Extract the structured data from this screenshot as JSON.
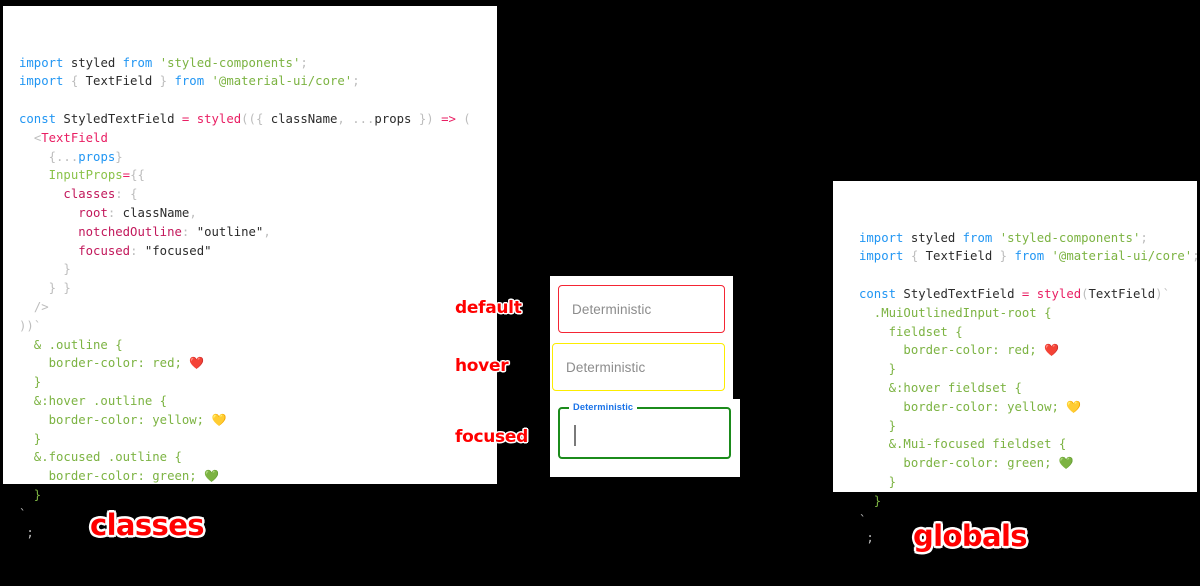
{
  "colors": {
    "background": "#000000",
    "panel": "#ffffff",
    "accent_red": "#ff0000",
    "field_default_border": "#f42534",
    "field_hover_border": "#fced00",
    "field_focused_border": "#1b8b1b",
    "focused_label": "#1a73e8",
    "syntax_keyword": "#2196f3",
    "syntax_string": "#7cb342",
    "syntax_property": "#c2185b",
    "syntax_attribute": "#8bc34a",
    "syntax_operator": "#e91e63",
    "syntax_punctuation": "#bdbdbd"
  },
  "panels": {
    "classes": {
      "caption": "classes",
      "code_lines": [
        [
          {
            "t": "import",
            "c": "kw"
          },
          {
            "t": " ",
            "c": "plain"
          },
          {
            "t": "styled",
            "c": "plain"
          },
          {
            "t": " ",
            "c": "plain"
          },
          {
            "t": "from",
            "c": "kw"
          },
          {
            "t": " ",
            "c": "plain"
          },
          {
            "t": "'styled-components'",
            "c": "str"
          },
          {
            "t": ";",
            "c": "punc"
          }
        ],
        [
          {
            "t": "import",
            "c": "kw"
          },
          {
            "t": " ",
            "c": "plain"
          },
          {
            "t": "{",
            "c": "punc"
          },
          {
            "t": " TextField ",
            "c": "plain"
          },
          {
            "t": "}",
            "c": "punc"
          },
          {
            "t": " ",
            "c": "plain"
          },
          {
            "t": "from",
            "c": "kw"
          },
          {
            "t": " ",
            "c": "plain"
          },
          {
            "t": "'@material-ui/core'",
            "c": "str"
          },
          {
            "t": ";",
            "c": "punc"
          }
        ],
        [],
        [
          {
            "t": "const",
            "c": "kw"
          },
          {
            "t": " StyledTextField ",
            "c": "plain"
          },
          {
            "t": "=",
            "c": "op"
          },
          {
            "t": " ",
            "c": "plain"
          },
          {
            "t": "styled",
            "c": "fn"
          },
          {
            "t": "((",
            "c": "punc"
          },
          {
            "t": "{ ",
            "c": "punc"
          },
          {
            "t": "className",
            "c": "plain"
          },
          {
            "t": ", ",
            "c": "punc"
          },
          {
            "t": "...",
            "c": "punc"
          },
          {
            "t": "props",
            "c": "plain"
          },
          {
            "t": " }",
            "c": "punc"
          },
          {
            "t": ")",
            "c": "punc"
          },
          {
            "t": " ",
            "c": "plain"
          },
          {
            "t": "=>",
            "c": "op"
          },
          {
            "t": " ",
            "c": "plain"
          },
          {
            "t": "(",
            "c": "punc"
          }
        ],
        [
          {
            "t": "  ",
            "c": "plain"
          },
          {
            "t": "<",
            "c": "punc"
          },
          {
            "t": "TextField",
            "c": "comp"
          }
        ],
        [
          {
            "t": "    ",
            "c": "plain"
          },
          {
            "t": "{...",
            "c": "punc"
          },
          {
            "t": "props",
            "c": "var"
          },
          {
            "t": "}",
            "c": "punc"
          }
        ],
        [
          {
            "t": "    ",
            "c": "plain"
          },
          {
            "t": "InputProps",
            "c": "attr"
          },
          {
            "t": "=",
            "c": "op"
          },
          {
            "t": "{{",
            "c": "punc"
          }
        ],
        [
          {
            "t": "      ",
            "c": "plain"
          },
          {
            "t": "classes",
            "c": "prop"
          },
          {
            "t": ":",
            "c": "punc"
          },
          {
            "t": " ",
            "c": "plain"
          },
          {
            "t": "{",
            "c": "punc"
          }
        ],
        [
          {
            "t": "        ",
            "c": "plain"
          },
          {
            "t": "root",
            "c": "prop"
          },
          {
            "t": ":",
            "c": "punc"
          },
          {
            "t": " ",
            "c": "plain"
          },
          {
            "t": "className",
            "c": "plain"
          },
          {
            "t": ",",
            "c": "punc"
          }
        ],
        [
          {
            "t": "        ",
            "c": "plain"
          },
          {
            "t": "notchedOutline",
            "c": "prop"
          },
          {
            "t": ":",
            "c": "punc"
          },
          {
            "t": " ",
            "c": "plain"
          },
          {
            "t": "\"outline\"",
            "c": "plain"
          },
          {
            "t": ",",
            "c": "punc"
          }
        ],
        [
          {
            "t": "        ",
            "c": "plain"
          },
          {
            "t": "focused",
            "c": "prop"
          },
          {
            "t": ":",
            "c": "punc"
          },
          {
            "t": " ",
            "c": "plain"
          },
          {
            "t": "\"focused\"",
            "c": "plain"
          }
        ],
        [
          {
            "t": "      ",
            "c": "plain"
          },
          {
            "t": "}",
            "c": "punc"
          }
        ],
        [
          {
            "t": "    ",
            "c": "plain"
          },
          {
            "t": "} }",
            "c": "punc"
          }
        ],
        [
          {
            "t": "  ",
            "c": "plain"
          },
          {
            "t": "/>",
            "c": "punc"
          }
        ],
        [
          {
            "t": "))",
            "c": "punc"
          },
          {
            "t": "`",
            "c": "tick"
          }
        ],
        [
          {
            "t": "  & .outline {",
            "c": "css"
          }
        ],
        [
          {
            "t": "    border-color: red; ",
            "c": "css"
          },
          {
            "t": "❤️",
            "c": "emoji"
          }
        ],
        [
          {
            "t": "  }",
            "c": "css"
          }
        ],
        [
          {
            "t": "  &:hover .outline {",
            "c": "css"
          }
        ],
        [
          {
            "t": "    border-color: yellow; ",
            "c": "css"
          },
          {
            "t": "💛",
            "c": "emoji"
          }
        ],
        [
          {
            "t": "  }",
            "c": "css"
          }
        ],
        [
          {
            "t": "  &.focused .outline {",
            "c": "css"
          }
        ],
        [
          {
            "t": "    border-color: green; ",
            "c": "css"
          },
          {
            "t": "💚",
            "c": "emoji"
          }
        ],
        [
          {
            "t": "  }",
            "c": "css"
          }
        ],
        [
          {
            "t": "`",
            "c": "tick"
          }
        ],
        [
          {
            "t": " ;",
            "c": "punc"
          }
        ]
      ]
    },
    "globals": {
      "caption": "globals",
      "code_lines": [
        [
          {
            "t": "import",
            "c": "kw"
          },
          {
            "t": " ",
            "c": "plain"
          },
          {
            "t": "styled",
            "c": "plain"
          },
          {
            "t": " ",
            "c": "plain"
          },
          {
            "t": "from",
            "c": "kw"
          },
          {
            "t": " ",
            "c": "plain"
          },
          {
            "t": "'styled-components'",
            "c": "str"
          },
          {
            "t": ";",
            "c": "punc"
          }
        ],
        [
          {
            "t": "import",
            "c": "kw"
          },
          {
            "t": " ",
            "c": "plain"
          },
          {
            "t": "{",
            "c": "punc"
          },
          {
            "t": " TextField ",
            "c": "plain"
          },
          {
            "t": "}",
            "c": "punc"
          },
          {
            "t": " ",
            "c": "plain"
          },
          {
            "t": "from",
            "c": "kw"
          },
          {
            "t": " ",
            "c": "plain"
          },
          {
            "t": "'@material-ui/core'",
            "c": "str"
          },
          {
            "t": ";",
            "c": "punc"
          }
        ],
        [],
        [
          {
            "t": "const",
            "c": "kw"
          },
          {
            "t": " StyledTextField ",
            "c": "plain"
          },
          {
            "t": "=",
            "c": "op"
          },
          {
            "t": " ",
            "c": "plain"
          },
          {
            "t": "styled",
            "c": "fn"
          },
          {
            "t": "(",
            "c": "punc"
          },
          {
            "t": "TextField",
            "c": "plain"
          },
          {
            "t": ")",
            "c": "punc"
          },
          {
            "t": "`",
            "c": "tick"
          }
        ],
        [
          {
            "t": "  .MuiOutlinedInput-root {",
            "c": "css"
          }
        ],
        [
          {
            "t": "    fieldset {",
            "c": "css"
          }
        ],
        [
          {
            "t": "      border-color: red; ",
            "c": "css"
          },
          {
            "t": "❤️",
            "c": "emoji"
          }
        ],
        [
          {
            "t": "    }",
            "c": "css"
          }
        ],
        [
          {
            "t": "    &:hover fieldset {",
            "c": "css"
          }
        ],
        [
          {
            "t": "      border-color: yellow; ",
            "c": "css"
          },
          {
            "t": "💛",
            "c": "emoji"
          }
        ],
        [
          {
            "t": "    }",
            "c": "css"
          }
        ],
        [
          {
            "t": "    &.Mui-focused fieldset {",
            "c": "css"
          }
        ],
        [
          {
            "t": "      border-color: green; ",
            "c": "css"
          },
          {
            "t": "💚",
            "c": "emoji"
          }
        ],
        [
          {
            "t": "    }",
            "c": "css"
          }
        ],
        [
          {
            "t": "  }",
            "c": "css"
          }
        ],
        [
          {
            "t": "`",
            "c": "tick"
          }
        ],
        [
          {
            "t": " ;",
            "c": "punc"
          }
        ]
      ]
    }
  },
  "annotations": {
    "default": "default",
    "hover": "hover",
    "focused": "focused"
  },
  "demo": {
    "field_default": {
      "text": "Deterministic",
      "state": "default"
    },
    "field_hover": {
      "text": "Deterministic",
      "state": "hover"
    },
    "field_focused": {
      "label": "Deterministic",
      "value": "",
      "state": "focused"
    }
  }
}
